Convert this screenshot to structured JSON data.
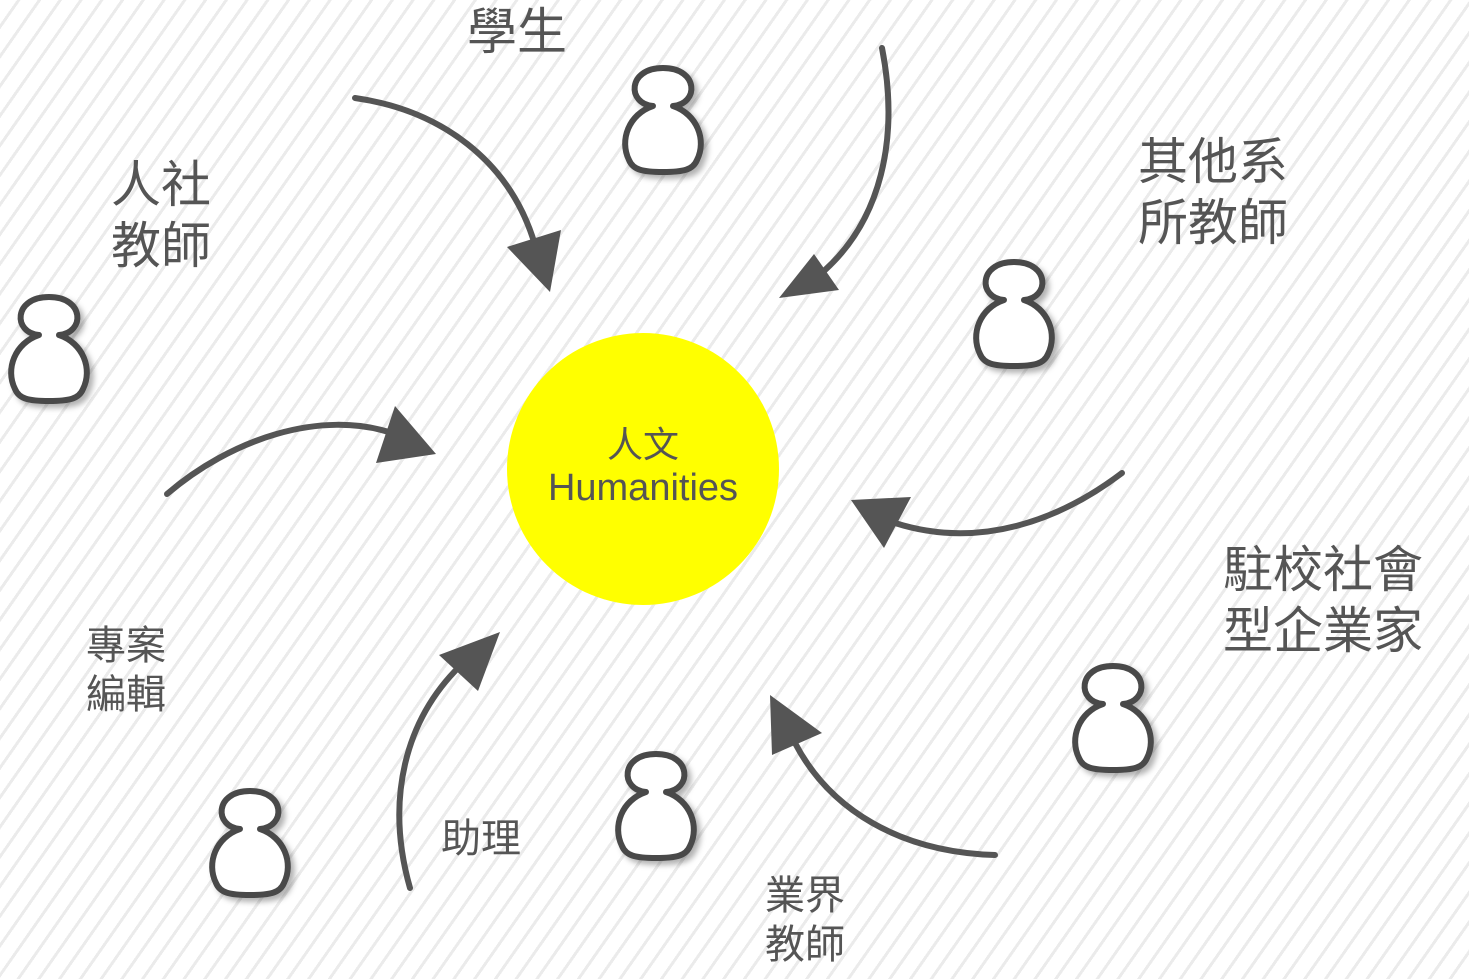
{
  "colors": {
    "center_fill": "#ffff00",
    "arrow": "#555555",
    "person_fill": "#ffffff",
    "person_stroke": "#4a4a4a",
    "text": "#555555"
  },
  "center": {
    "line1": "人文",
    "line2": "Humanities"
  },
  "icons": {
    "person": "person-icon",
    "arrow": "curved-arrow-icon"
  },
  "labels": {
    "students": [
      "學生"
    ],
    "humanities_teachers": [
      "人社",
      "教師"
    ],
    "other_dept_teachers": [
      "其他系",
      "所教師"
    ],
    "social_entrepreneurs": [
      "駐校社會",
      "型企業家"
    ],
    "project_editor": [
      "專案",
      "編輯"
    ],
    "assistant": [
      "助理"
    ],
    "industry_teachers": [
      "業界",
      "教師"
    ]
  }
}
